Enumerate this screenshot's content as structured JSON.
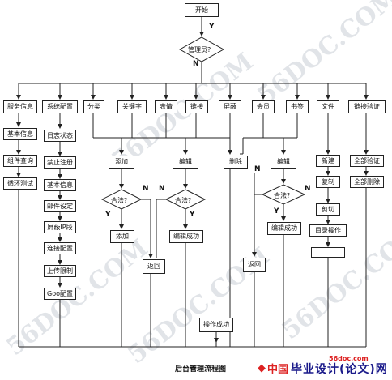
{
  "nodes": {
    "start": "开始",
    "is_admin": "管理员?",
    "service_info": "服务信息",
    "basic_info_1": "基本信息",
    "component_query": "组件查询",
    "loop_test": "循环测试",
    "system_config": "系统配置",
    "log_status": "日志状态",
    "ban_register": "禁止注册",
    "basic_info_2": "基本信息",
    "mail_settings": "邮件设定",
    "block_ip": "屏蔽IP段",
    "connection_config": "连接配置",
    "upload_limit": "上传限制",
    "goo_config": "Goo配置",
    "category": "分类",
    "keyword": "关键字",
    "emoticon": "表情",
    "link": "链接",
    "block": "屏蔽",
    "member": "会员",
    "bookmark": "书签",
    "file": "文件",
    "link_verify": "链接验证",
    "add_top": "添加",
    "edit_top": "编辑",
    "delete_top": "删除",
    "edit_mid": "编辑",
    "valid_q_1": "合法?",
    "valid_q_2": "合法?",
    "valid_q_3": "合法?",
    "add_bottom": "添加",
    "edit_success_1": "编辑成功",
    "return_1": "返回",
    "edit_success_2": "编辑成功",
    "return_2": "返回",
    "new": "新建",
    "copy": "复制",
    "cut": "剪切",
    "dir_operation": "目录操作",
    "ellipsis": "……",
    "verify_all": "全部验证",
    "delete_all": "全部删除",
    "op_success": "操作成功"
  },
  "labels": {
    "y": "Y",
    "n": "N"
  },
  "caption": "后台管理流程图",
  "watermark": "56DOC.COM",
  "brand": {
    "mark": "◆",
    "cn": "中国",
    "main": "毕业设计(论文)网",
    "domain": "56doc.com"
  },
  "colors": {
    "line": "#222222",
    "watermark": "#788296",
    "brand_red": "#dd2222",
    "brand_blue": "#1a1a8a"
  }
}
